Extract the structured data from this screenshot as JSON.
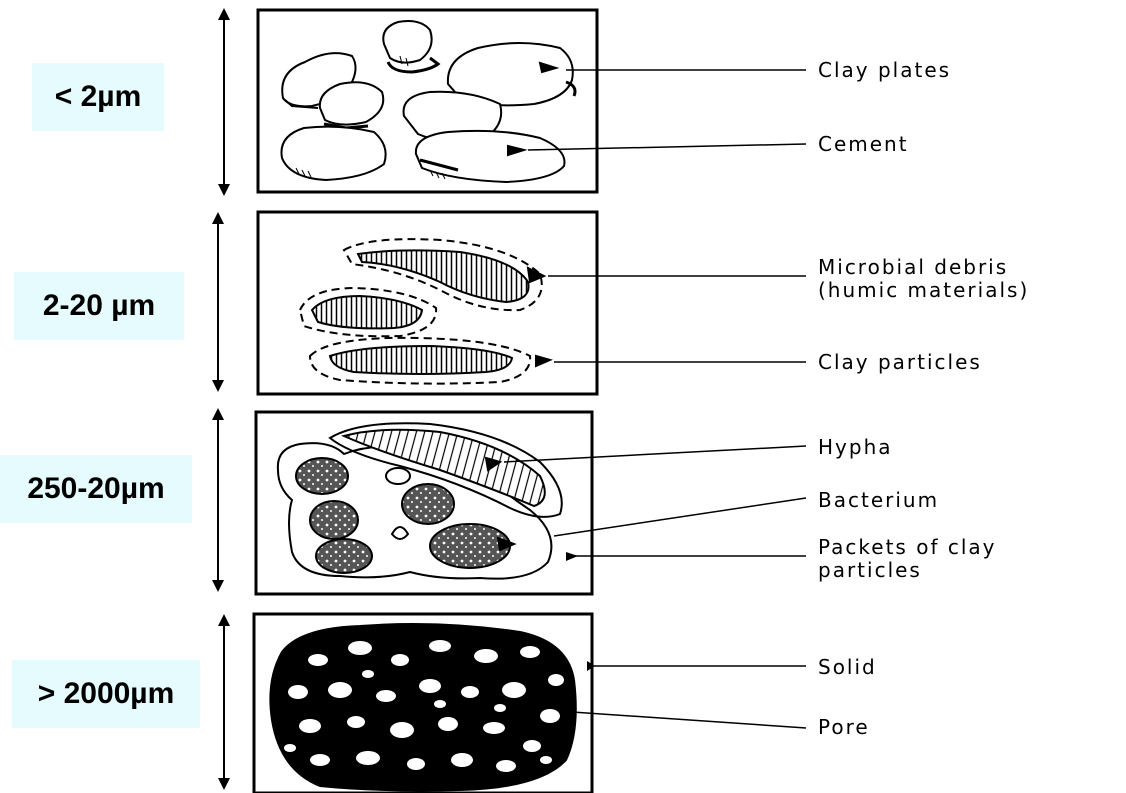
{
  "levels": [
    {
      "scale": "< 2µm",
      "labels": [
        "Clay plates",
        "Cement"
      ]
    },
    {
      "scale": "2-20 µm",
      "labels": [
        "Microbial debris\n(humic materials)",
        "Clay particles"
      ]
    },
    {
      "scale": "250-20µm",
      "labels": [
        "Hypha",
        "Bacterium",
        "Packets of clay\nparticles"
      ]
    },
    {
      "scale": "> 2000µm",
      "labels": [
        "Solid",
        "Pore"
      ]
    }
  ],
  "colors": {
    "scale_box_bg": "#e6fbfd",
    "ink": "#000000"
  }
}
